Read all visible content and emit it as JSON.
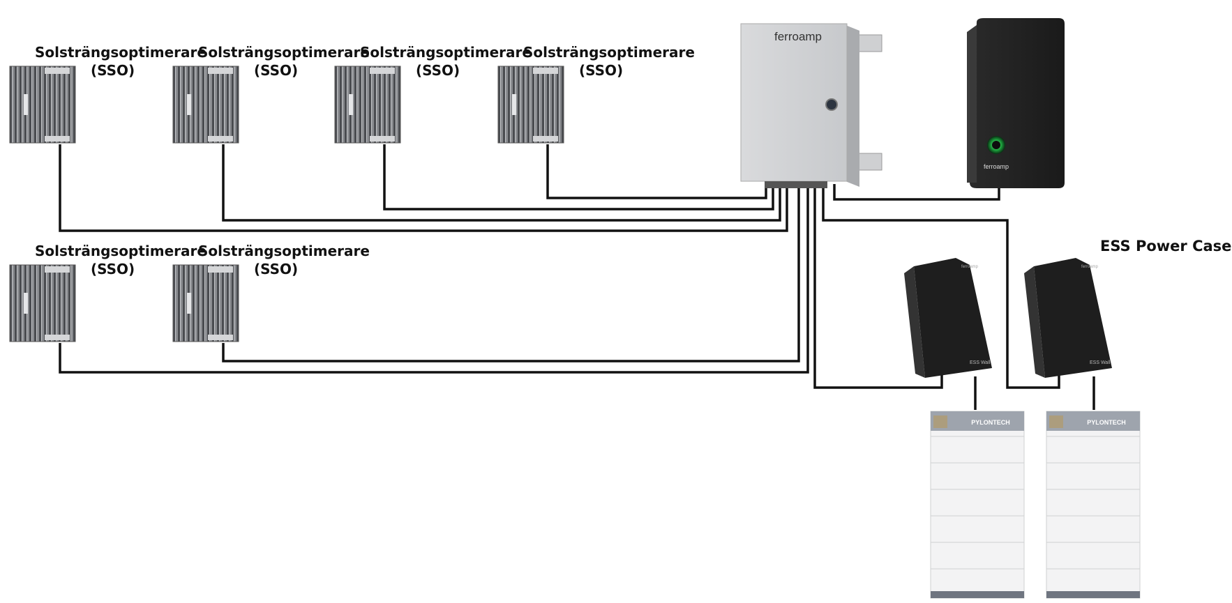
{
  "diagram": {
    "sso_units": [
      {
        "name": "Solsträngsoptimerare",
        "abbr": "(SSO)"
      },
      {
        "name": "Solsträngsoptimerare",
        "abbr": "(SSO)"
      },
      {
        "name": "Solsträngsoptimerare",
        "abbr": "(SSO)"
      },
      {
        "name": "Solsträngsoptimerare",
        "abbr": "(SSO)"
      },
      {
        "name": "Solsträngsoptimerare",
        "abbr": "(SSO)"
      },
      {
        "name": "Solsträngsoptimerare",
        "abbr": "(SSO)"
      }
    ],
    "energy_hub": {
      "brand": "ferroamp"
    },
    "charger": {
      "brand": "ferroamp"
    },
    "ess": {
      "label": "ESS Power Case",
      "unit_text": "ESS Wall",
      "brand": "ferroamp"
    },
    "battery": {
      "brand": "PYLONTECH"
    }
  }
}
